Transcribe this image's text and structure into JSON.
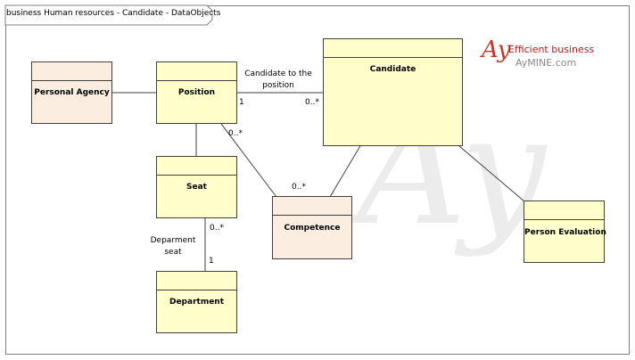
{
  "diagram": {
    "title": "business Human resources - Candidate - DataObjects"
  },
  "classes": {
    "personal_agency": "Personal Agency",
    "position": "Position",
    "candidate": "Candidate",
    "seat": "Seat",
    "competence": "Competence",
    "department": "Department",
    "person_evaluation": "Person Evaluation"
  },
  "associations": {
    "candidate_to_position": {
      "label_line1": "Candidate to the",
      "label_line2": "position",
      "mult_position": "1",
      "mult_candidate": "0..*"
    },
    "position_competence": {
      "mult_position": "0..*",
      "mult_competence": "0..*"
    },
    "department_seat": {
      "label_line1": "Deparment",
      "label_line2": "seat",
      "mult_seat": "0..*",
      "mult_department": "1"
    }
  },
  "watermark": {
    "mark": "Ay",
    "line1": "Efficient business",
    "line2": "AyMINE.com",
    "brand_color": "#b32020"
  },
  "colors": {
    "class_fill": "#ffffcc",
    "external_fill": "#fbeee0",
    "border": "#404040"
  }
}
